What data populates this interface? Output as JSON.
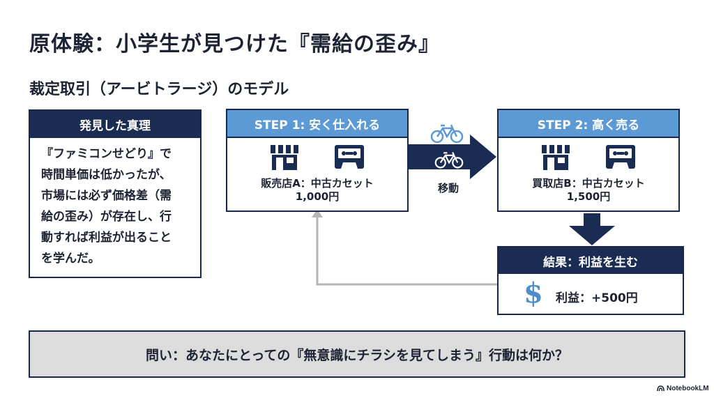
{
  "title": "原体験：小学生が見つけた『需給の歪み』",
  "subtitle": "裁定取引（アービトラージ）のモデル",
  "truth": {
    "heading": "発見した真理",
    "lines": [
      "『ファミコンせどり』で",
      "時間単価は低かったが、",
      "市場には必ず価格差（需",
      "給の歪み）が存在し、行",
      "動すれば利益が出ること",
      "を学んだ。"
    ]
  },
  "step1": {
    "heading": "STEP 1: 安く仕入れる",
    "shop": "販売店A：中古カセット",
    "price": "1,000円",
    "icons": [
      "store-icon",
      "cassette-icon"
    ]
  },
  "step2": {
    "heading": "STEP 2: 高く売る",
    "shop": "買取店B：中古カセット",
    "price": "1,500円",
    "icons": [
      "store-icon",
      "cassette-icon"
    ]
  },
  "move": {
    "label": "移動",
    "icons": [
      "bicycle-icon",
      "bicycle-icon"
    ]
  },
  "result": {
    "heading": "結果：利益を生む",
    "icon": "dollar-icon",
    "symbol": "$",
    "profit": "利益：+500円"
  },
  "question": "問い：あなたにとっての『無意識にチラシを見てしまう』行動は何か？",
  "brand": "NotebookLM",
  "colors": {
    "navy": "#1b2c53",
    "step_blue": "#5b9ad4",
    "accent_blue": "#4d8fcc",
    "question_bg": "#dcdcdc",
    "feedback_gray": "#b5b5b5"
  }
}
